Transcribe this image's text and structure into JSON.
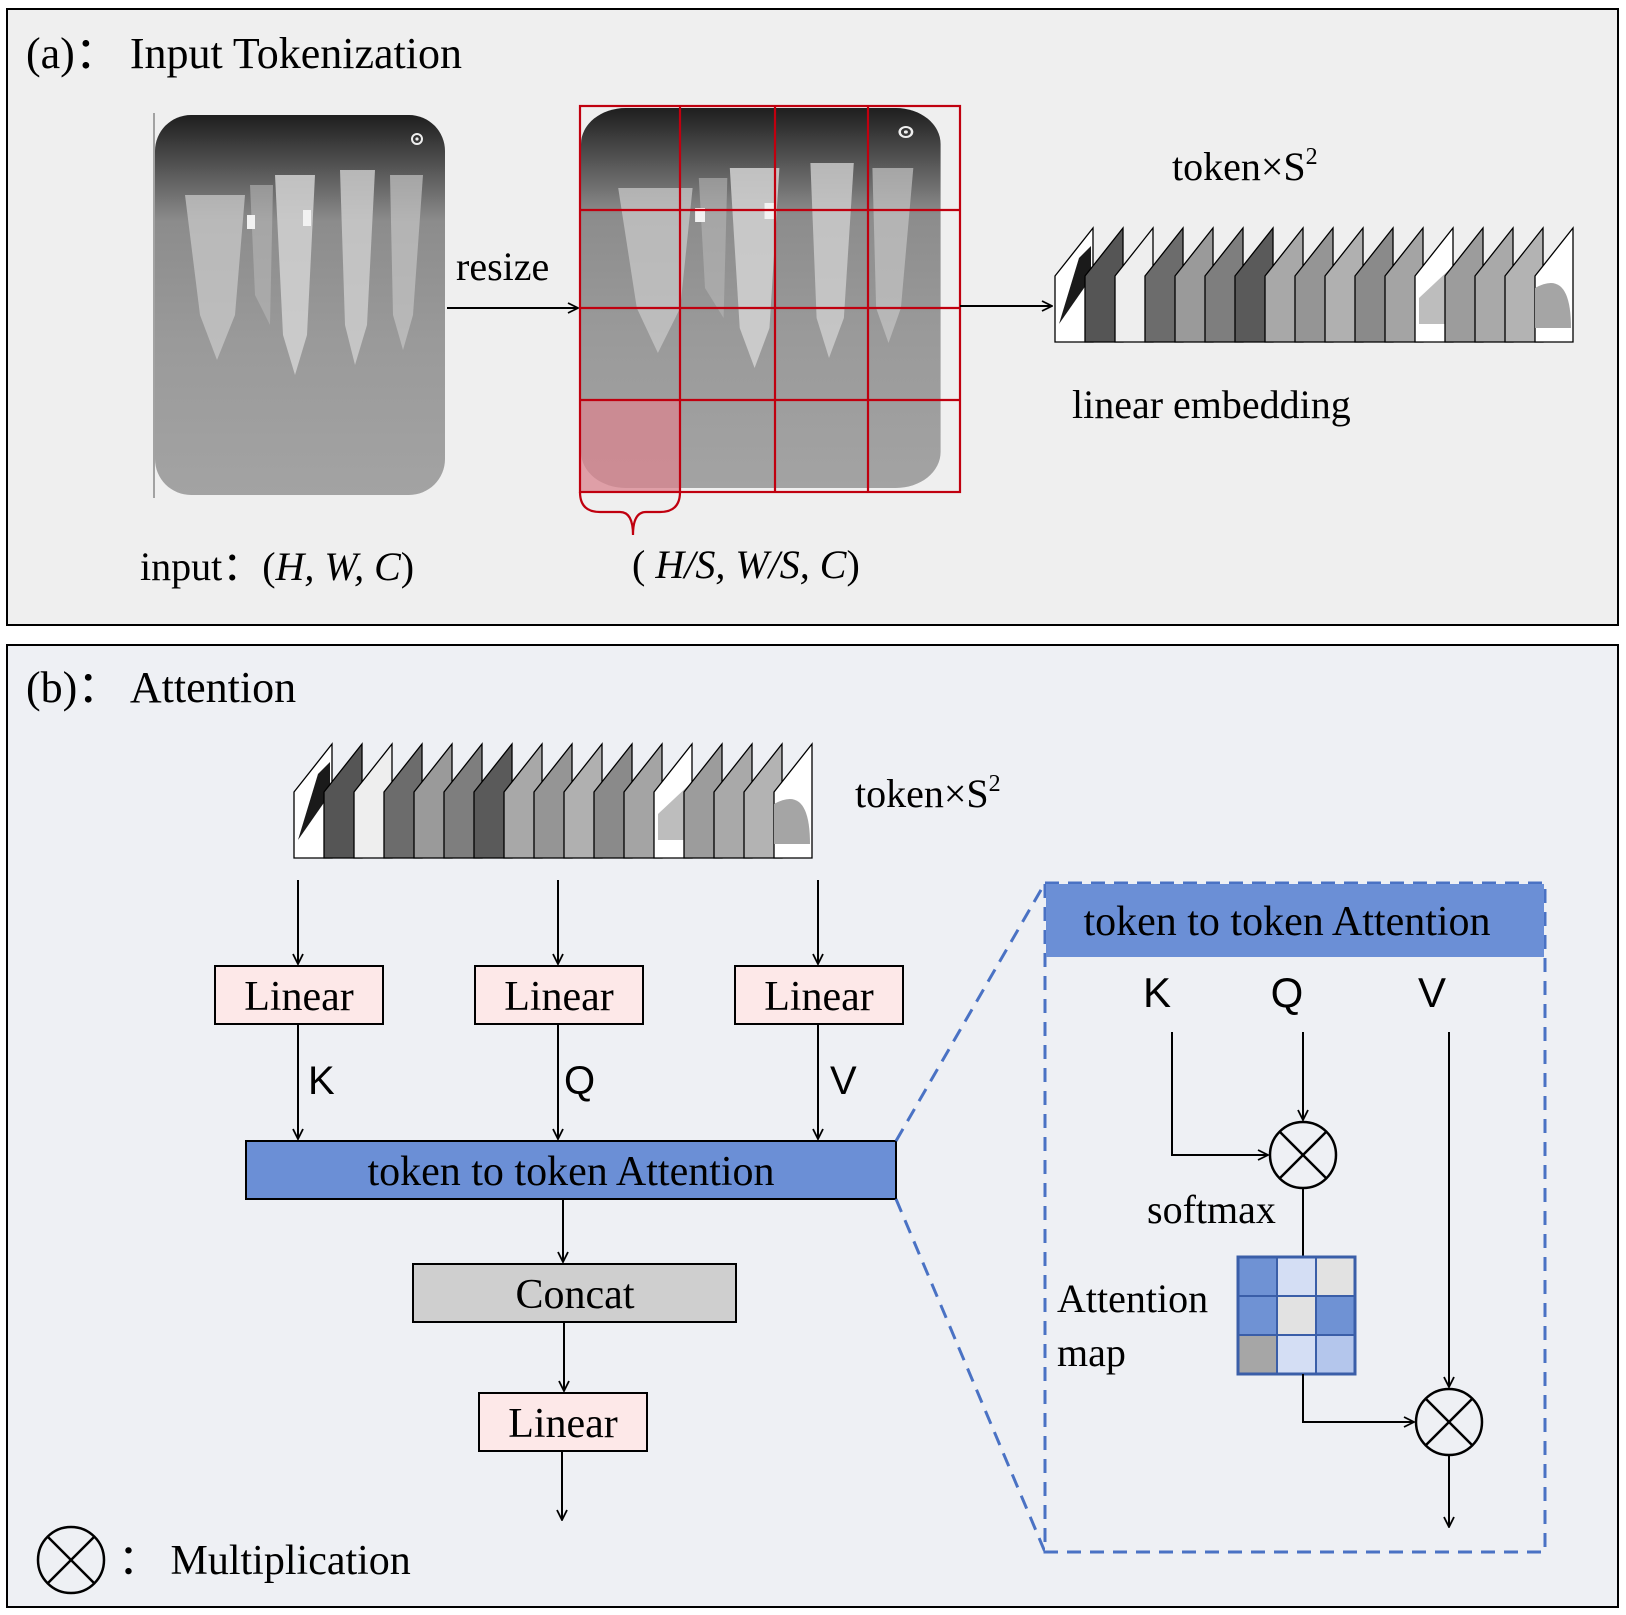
{
  "panel_a": {
    "title": "(a)： Input Tokenization",
    "resize_label": "resize",
    "input_label": "input：(",
    "input_dims": "H, W, C",
    "input_close": ")",
    "patch_open": "( ",
    "patch_dims": "H/S, W/S, C",
    "patch_close": ")",
    "token_label": "token×S",
    "token_sup": "2",
    "embed_label": "linear embedding"
  },
  "panel_b": {
    "title": "(b)： Attention",
    "token_label": "token×S",
    "token_sup": "2",
    "linear_k": "Linear",
    "linear_q": "Linear",
    "linear_v": "Linear",
    "k_label": "K",
    "q_label": "Q",
    "v_label": "V",
    "attention_block": "token to token Attention",
    "concat": "Concat",
    "linear_out": "Linear",
    "legend_label": "： Multiplication"
  },
  "detail": {
    "header": "token to token Attention",
    "k_label": "K",
    "q_label": "Q",
    "v_label": "V",
    "softmax": "softmax",
    "attn_map_line1": "Attention",
    "attn_map_line2": "map"
  },
  "colors": {
    "panel_a_bg": "#efefef",
    "panel_b_bg": "#eef0f4",
    "grid_red": "#c0000f",
    "attention_blue": "#6b8fd6",
    "attention_border": "#3a5ea8",
    "linear_fill": "#fde8e8",
    "concat_fill": "#cfcfcf",
    "dashed_blue": "#4a72c4"
  },
  "attention_map_colors": [
    [
      "#6f92d4",
      "#d4def4",
      "#e2e2e2"
    ],
    [
      "#6f92d4",
      "#e2e2e2",
      "#6f92d4"
    ],
    [
      "#a6a6a6",
      "#d4def4",
      "#b4c6ec"
    ]
  ]
}
